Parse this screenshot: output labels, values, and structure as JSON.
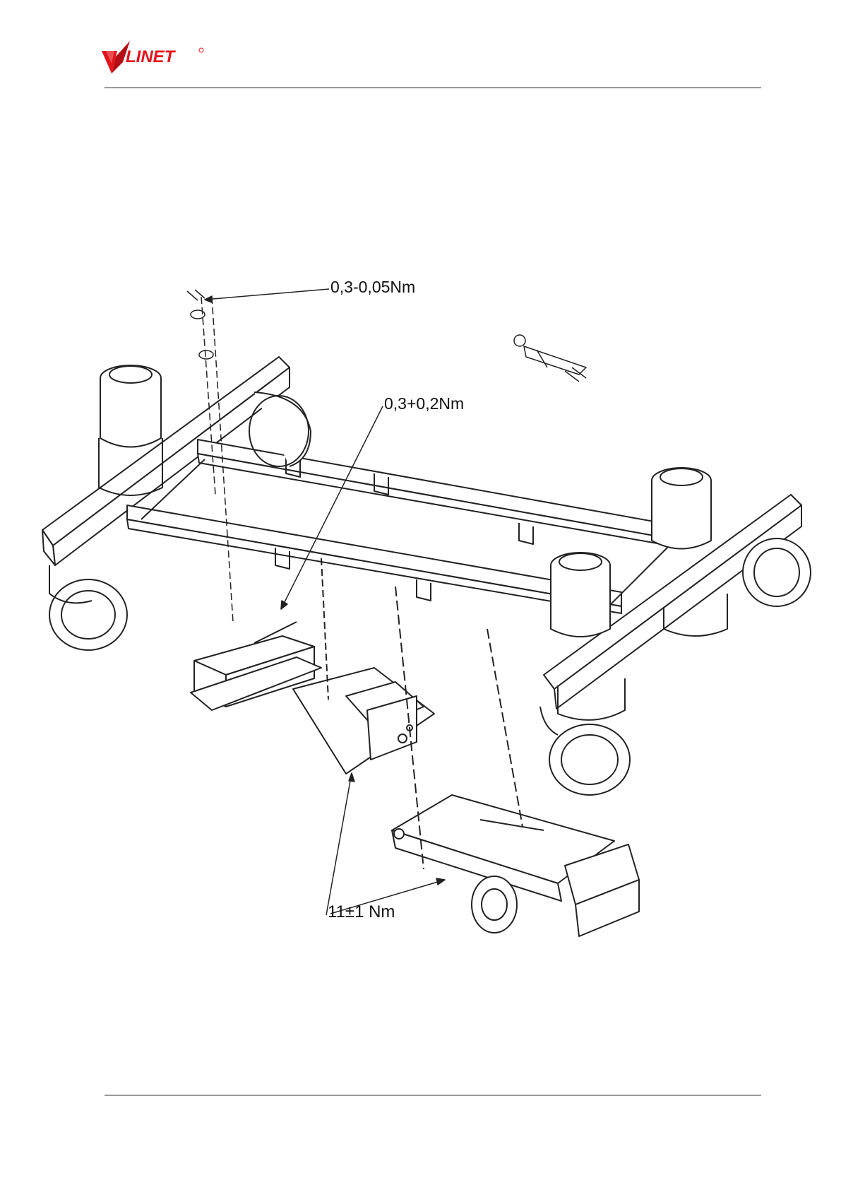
{
  "header": {
    "logo_text": "LINET",
    "brand_color": "#e3141b"
  },
  "figure": {
    "torque_labels": [
      {
        "text": "0,3-0,05Nm"
      },
      {
        "text": "0,3+0,2Nm"
      },
      {
        "text": "11±1 Nm"
      }
    ]
  }
}
